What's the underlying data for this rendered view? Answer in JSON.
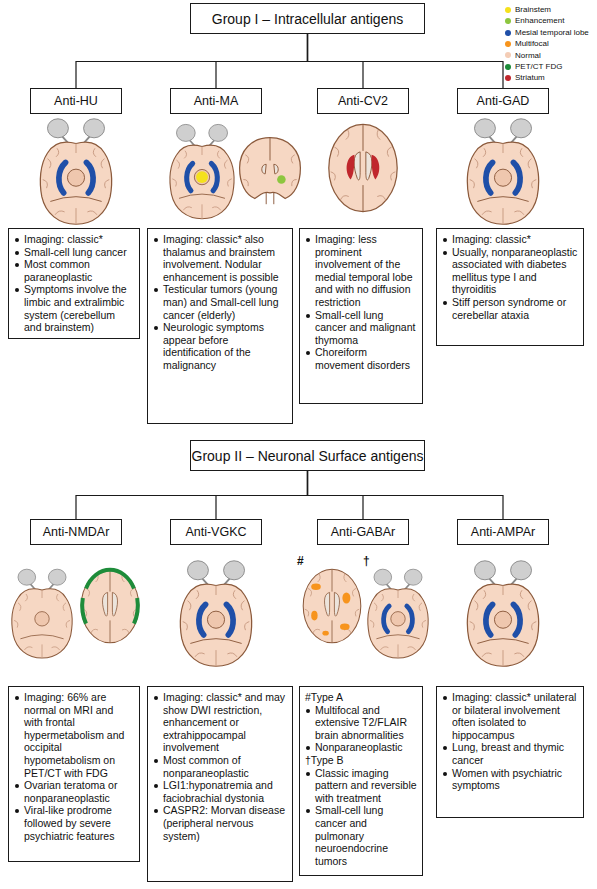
{
  "diagram": {
    "nodes": [
      {
        "text": [
          "Group I – Intracellular antigens"
        ]
      },
      {
        "text": [
          "Anti-HU"
        ]
      },
      {
        "text": [
          "Anti-MA"
        ]
      },
      {
        "text": [
          "Anti-CV2"
        ]
      },
      {
        "text": [
          "Anti-GAD"
        ]
      },
      {
        "text": [
          "Imaging: classic*",
          "Small-cell lung cancer",
          "Most common paraneoplastic",
          "Symptoms involve the limbic and extralimbic system (cerebellum and brainstem)"
        ]
      },
      {
        "text": [
          "Imaging: classic* also thalamus and brainstem involvement. Nodular enhancement is possible",
          "Testicular tumors (young man) and Small-cell lung cancer (elderly)",
          "Neurologic symptoms appear before identification of the malignancy"
        ]
      },
      {
        "text": [
          "Imaging: less prominent involvement of the medial temporal lobe and with no diffusion restriction",
          "Small-cell lung cancer and malignant thymoma",
          "Choreiform movement disorders"
        ]
      },
      {
        "text": [
          "Imaging: classic*",
          "Usually, nonparaneoplastic associated with diabetes mellitus type I and thyroiditis",
          "Stiff person syndrome or cerebellar ataxia"
        ]
      },
      {
        "text": [
          "Group II – Neuronal Surface antigens"
        ]
      },
      {
        "text": [
          "Anti-NMDAr"
        ]
      },
      {
        "text": [
          "Anti-VGKC"
        ]
      },
      {
        "text": [
          "Anti-GABAr"
        ]
      },
      {
        "text": [
          "Anti-AMPAr"
        ]
      },
      {
        "text": [
          "Imaging: 66% are normal on MRI and with frontal hypermetabolism and occipital hypometabolism on PET/CT with FDG",
          "Ovarian teratoma or nonparaneoplastic",
          "Viral-like prodrome followed by severe psychiatric features"
        ]
      },
      {
        "text": [
          "Imaging: classic* and may show DWI restriction, enhancement or extrahippocampal involvement",
          "Most common of nonparaneoplastic",
          "LGI1:hyponatremia and faciobrachial dystonia",
          "CASPR2: Morvan disease (peripheral nervous system)"
        ]
      },
      {
        "text": [
          "#Type A",
          "Multifocal and extensive T2/FLAIR brain abnormalities",
          "Nonparaneoplastic",
          "†Type B",
          "Classic imaging pattern and reversible with treatment",
          "Small-cell lung cancer and pulmonary neuroendocrine tumors"
        ]
      },
      {
        "text": [
          "Imaging: classic* unilateral or bilateral involvement often isolated to hippocampus",
          "Lung, breast and thymic cancer",
          "Women with psychiatric symptoms"
        ]
      }
    ],
    "edges": [
      {
        "from": 0,
        "to": 1,
        "arrow": "none"
      },
      {
        "from": 0,
        "to": 2,
        "arrow": "none"
      },
      {
        "from": 0,
        "to": 3,
        "arrow": "none"
      },
      {
        "from": 0,
        "to": 4,
        "arrow": "none"
      },
      {
        "from": 9,
        "to": 10,
        "arrow": "none"
      },
      {
        "from": 9,
        "to": 11,
        "arrow": "none"
      },
      {
        "from": 9,
        "to": 12,
        "arrow": "none"
      },
      {
        "from": 9,
        "to": 13,
        "arrow": "none"
      }
    ],
    "labels": [
      "#",
      "†"
    ],
    "legend": [
      {
        "text": "Brainstem",
        "color": "#f5e11c"
      },
      {
        "text": "Enhancement",
        "color": "#8dc63f"
      },
      {
        "text": "Mesial temporal lobe",
        "color": "#1f4fa8"
      },
      {
        "text": "Multifocal",
        "color": "#f7941d"
      },
      {
        "text": "Normal",
        "color": "#f4cdb6"
      },
      {
        "text": "PET/CT FDG",
        "color": "#1e8c3a"
      },
      {
        "text": "Striatum",
        "color": "#c0272d"
      }
    ]
  }
}
